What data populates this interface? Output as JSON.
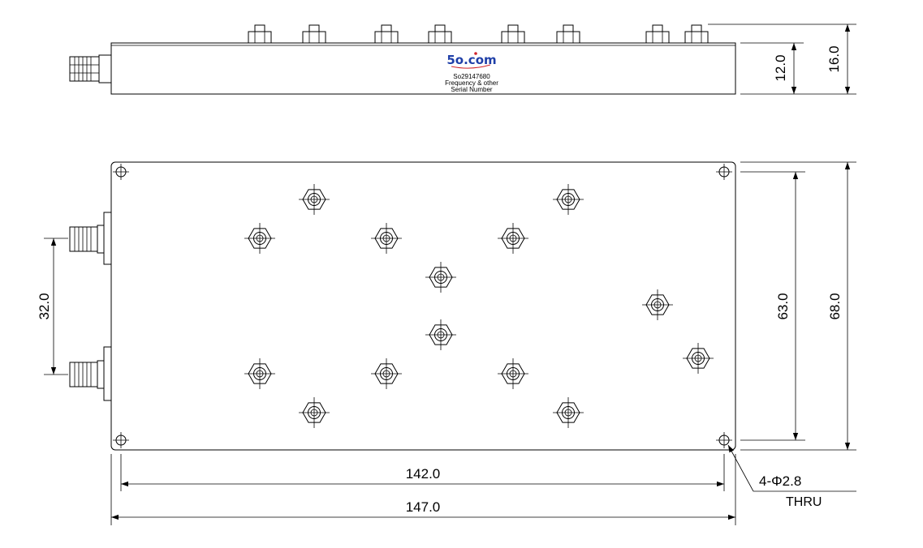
{
  "label": {
    "logo_digits": "5o",
    "logo_suffix": ".com",
    "part_number": "So29147680",
    "line2": "Frequency & other",
    "line3": "Serial Number"
  },
  "colors": {
    "logo_blue": "#1f3fa8",
    "logo_red": "#d2232a",
    "line": "#000000"
  },
  "dimensions": {
    "side_body_height": "12.0",
    "side_total_height": "16.0",
    "hole_spacing_y": "63.0",
    "total_height": "68.0",
    "connector_spacing": "32.0",
    "hole_spacing_x": "142.0",
    "total_length": "147.0",
    "hole_callout": "4-Φ2.8",
    "hole_callout_note": "THRU"
  }
}
